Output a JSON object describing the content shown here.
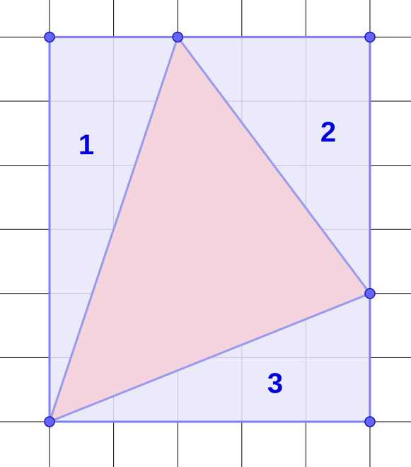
{
  "colors": {
    "background": "#ffffff",
    "grid_line": "#000000",
    "rectangle_fill": "#e6e6fa",
    "rectangle_stroke": "#8080f0",
    "triangle_fill": "#f4d4dc",
    "triangle_stroke": "#9999f0",
    "vertex_fill": "#6464ff",
    "vertex_stroke": "#1a1aa0",
    "label_color": "#0000e0"
  },
  "rectangle": {
    "x_units": [
      0,
      5
    ],
    "y_units": [
      0,
      6
    ]
  },
  "triangle_vertices_units": [
    [
      0,
      0
    ],
    [
      2,
      6
    ],
    [
      5,
      2
    ]
  ],
  "points_units": [
    [
      0,
      6
    ],
    [
      2,
      6
    ],
    [
      5,
      6
    ],
    [
      5,
      2
    ],
    [
      0,
      0
    ],
    [
      5,
      0
    ]
  ],
  "labels": {
    "region_1": "1",
    "region_2": "2",
    "region_3": "3"
  }
}
